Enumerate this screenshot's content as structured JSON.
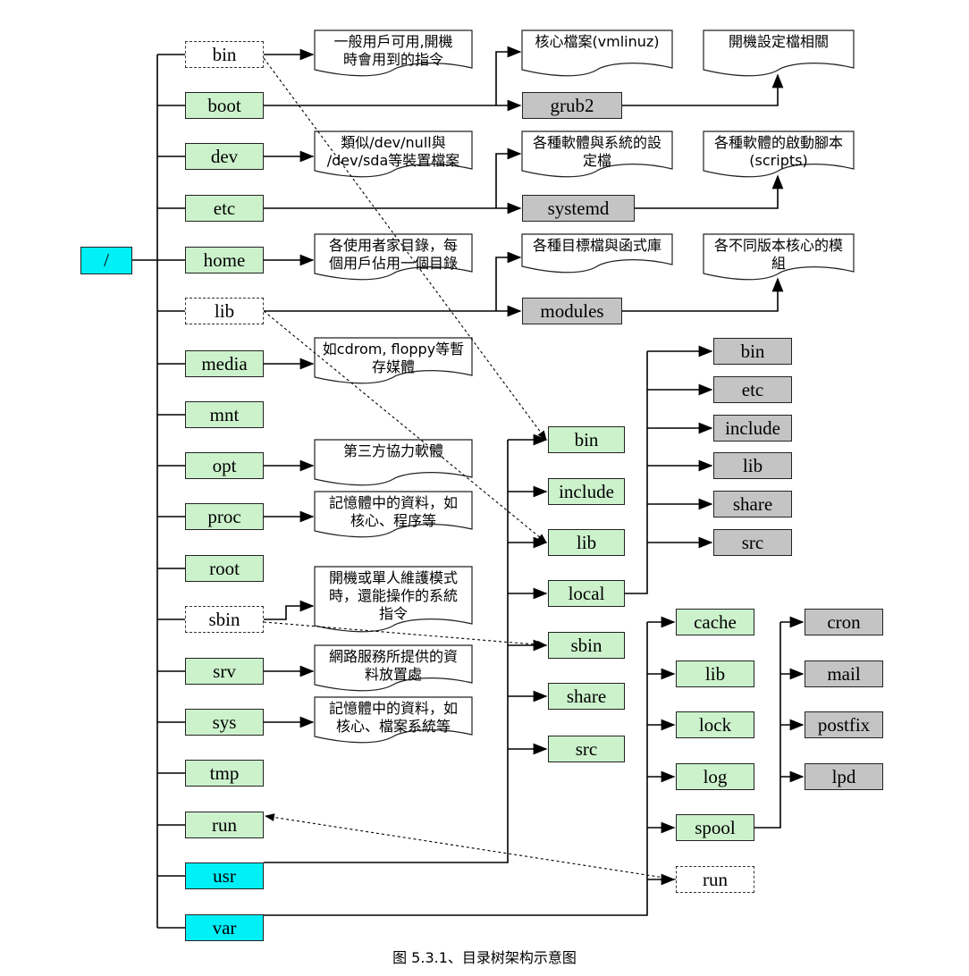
{
  "root": "/",
  "caption": "图 5.3.1、目录树架构示意图",
  "top_dirs": [
    "bin",
    "boot",
    "dev",
    "etc",
    "home",
    "lib",
    "media",
    "mnt",
    "opt",
    "proc",
    "root",
    "sbin",
    "srv",
    "sys",
    "tmp",
    "run",
    "usr",
    "var"
  ],
  "gray_top": [
    "grub2",
    "systemd",
    "modules"
  ],
  "usr_dirs": [
    "bin",
    "include",
    "lib",
    "local",
    "sbin",
    "share",
    "src"
  ],
  "local_dirs": [
    "bin",
    "etc",
    "include",
    "lib",
    "share",
    "src"
  ],
  "var_dirs": [
    "cache",
    "lib",
    "lock",
    "log",
    "spool",
    "run"
  ],
  "spool_dirs": [
    "cron",
    "mail",
    "postfix",
    "lpd"
  ],
  "notes": {
    "bin": "一般用戶可用,開機時會用到的指令",
    "kernel": "核心檔案(vmlinuz)",
    "boot_cfg": "開機設定檔相關",
    "dev": "類似/dev/null與/dev/sda等裝置檔案",
    "etc": "各種軟體與系統的設定檔",
    "scripts": "各種軟體的啟動腳本(scripts)",
    "home": "各使用者家目錄，每個用戶佔用一個目錄",
    "lib": "各種目標檔與函式庫",
    "modules": "各不同版本核心的模組",
    "media": "如cdrom, floppy等暫存媒體",
    "opt": "第三方協力軟體",
    "proc": "記憶體中的資料，如核心、程序等",
    "sbin": "開機或單人維護模式時，還能操作的系統指令",
    "srv": "網路服務所提供的資料放置處",
    "sys": "記憶體中的資料，如核心、檔案系統等"
  },
  "note_lines": {
    "bin": [
      "一般用戶可用,開機",
      "時會用到的指令"
    ],
    "kernel": [
      "核心檔案(vmlinuz)"
    ],
    "boot_cfg": [
      "開機設定檔相關"
    ],
    "dev": [
      "類似/dev/null與",
      "/dev/sda等裝置檔案"
    ],
    "etc": [
      "各種軟體與系統的設",
      "定檔"
    ],
    "scripts": [
      "各種軟體的啟動腳本",
      "(scripts)"
    ],
    "home": [
      "各使用者家目錄，每",
      "個用戶佔用一個目錄"
    ],
    "lib": [
      "各種目標檔與函式庫"
    ],
    "modules": [
      "各不同版本核心的模",
      "組"
    ],
    "media": [
      "如cdrom, floppy等暫",
      "存媒體"
    ],
    "opt": [
      "第三方協力軟體"
    ],
    "proc": [
      "記憶體中的資料，如",
      "核心、程序等"
    ],
    "sbin": [
      "開機或單人維護模式",
      "時，還能操作的系統",
      "指令"
    ],
    "srv": [
      "網路服務所提供的資",
      "料放置處"
    ],
    "sys": [
      "記憶體中的資料，如",
      "核心、檔案系統等"
    ]
  },
  "colors": {
    "green": "#ccf2cc",
    "cyan": "#00f0f8",
    "gray": "#c4c4c4",
    "line": "#000000"
  }
}
